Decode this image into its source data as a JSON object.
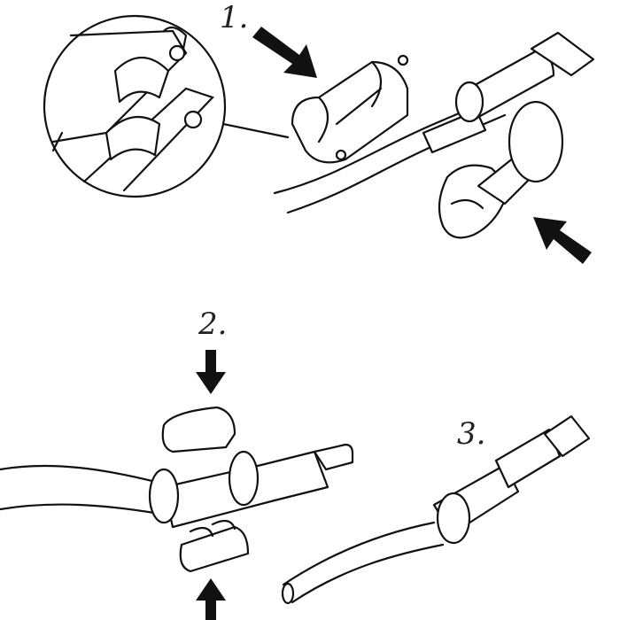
{
  "steps": [
    {
      "label": "1."
    },
    {
      "label": "2."
    },
    {
      "label": "3."
    }
  ],
  "colors": {
    "ink": "#111111",
    "background": "#ffffff"
  }
}
